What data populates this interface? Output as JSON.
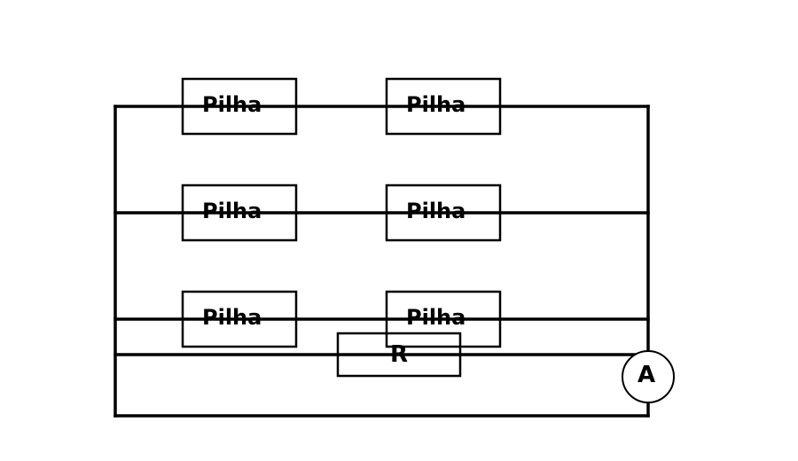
{
  "diagram": {
    "cells": [
      {
        "label": "Pilha"
      },
      {
        "label": "Pilha"
      },
      {
        "label": "Pilha"
      },
      {
        "label": "Pilha"
      },
      {
        "label": "Pilha"
      },
      {
        "label": "Pilha"
      }
    ],
    "resistor": {
      "label": "R"
    },
    "ammeter": {
      "label": "A"
    }
  }
}
